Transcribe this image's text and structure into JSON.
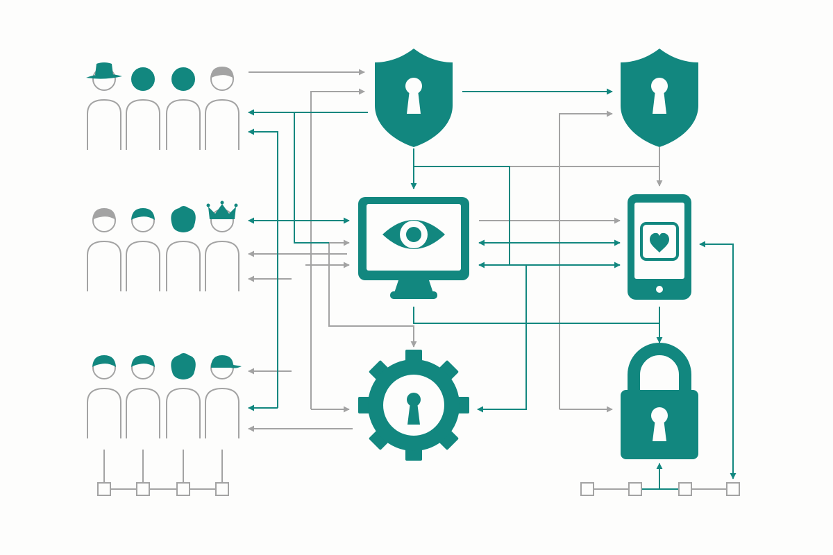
{
  "colors": {
    "teal": "#12877f",
    "gray": "#a3a3a3",
    "background": "#fdfdfc"
  },
  "user_groups": [
    {
      "name": "group-top",
      "heads": [
        "fedora-hat",
        "solid-teal",
        "solid-teal",
        "gray-hair"
      ]
    },
    {
      "name": "group-middle",
      "heads": [
        "gray-hair",
        "teal-hair",
        "curly-teal",
        "crown"
      ]
    },
    {
      "name": "group-bottom",
      "heads": [
        "teal-hair",
        "teal-hair",
        "curly-teal",
        "cap"
      ]
    }
  ],
  "nodes": [
    {
      "id": "shield-left",
      "icon": "shield-keyhole-icon"
    },
    {
      "id": "shield-right",
      "icon": "shield-keyhole-icon"
    },
    {
      "id": "monitor",
      "icon": "monitor-eye-icon"
    },
    {
      "id": "phone",
      "icon": "phone-heart-icon"
    },
    {
      "id": "gear",
      "icon": "gear-keyhole-icon"
    },
    {
      "id": "padlock",
      "icon": "padlock-keyhole-icon"
    }
  ],
  "node_strips": [
    {
      "id": "strip-left",
      "boxes": 4
    },
    {
      "id": "strip-right",
      "boxes": 4
    }
  ]
}
